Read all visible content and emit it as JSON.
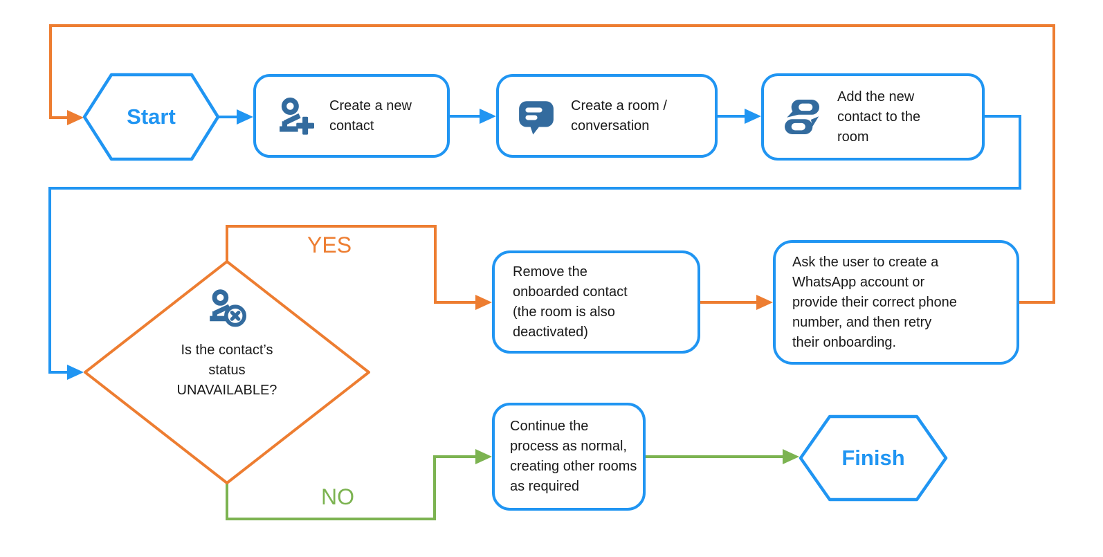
{
  "flowchart": {
    "colors": {
      "shape_blue": "#2095f2",
      "icon_blue": "#336b9e",
      "orange": "#ed7d31",
      "green": "#7cb351",
      "text_dark": "#1a1a1a",
      "background": "#ffffff"
    },
    "nodes": {
      "start": {
        "type": "hexagon-terminator",
        "label": "Start"
      },
      "create_contact": {
        "type": "process",
        "label": "Create a new contact",
        "icon": "person-add-icon"
      },
      "create_room": {
        "type": "process",
        "label": "Create a room / conversation",
        "icon": "chat-bubble-icon"
      },
      "add_contact_to_room": {
        "type": "process",
        "label": "Add the new contact to the room",
        "icon": "chat-bubbles-icon"
      },
      "status_check": {
        "type": "decision",
        "label": "Is the contact’s status UNAVAILABLE?",
        "icon": "person-x-icon"
      },
      "remove_contact": {
        "type": "process",
        "label": "Remove the onboarded contact (the room is also deactivated)"
      },
      "ask_user": {
        "type": "process",
        "label": "Ask the user to create a WhatsApp account or provide their correct phone number, and then retry their onboarding."
      },
      "continue_process": {
        "type": "process",
        "label": "Continue the process as normal, creating other rooms as required"
      },
      "finish": {
        "type": "hexagon-terminator",
        "label": "Finish"
      }
    },
    "edge_labels": {
      "yes": "YES",
      "no": "NO"
    },
    "edges": [
      {
        "from": "start",
        "to": "create_contact",
        "color": "blue"
      },
      {
        "from": "create_contact",
        "to": "create_room",
        "color": "blue"
      },
      {
        "from": "create_room",
        "to": "add_contact_to_room",
        "color": "blue"
      },
      {
        "from": "add_contact_to_room",
        "to": "status_check",
        "color": "blue"
      },
      {
        "from": "status_check",
        "to": "remove_contact",
        "label": "YES",
        "color": "orange"
      },
      {
        "from": "remove_contact",
        "to": "ask_user",
        "color": "orange"
      },
      {
        "from": "ask_user",
        "to": "start",
        "color": "orange"
      },
      {
        "from": "status_check",
        "to": "continue_process",
        "label": "NO",
        "color": "green"
      },
      {
        "from": "continue_process",
        "to": "finish",
        "color": "green"
      }
    ]
  }
}
